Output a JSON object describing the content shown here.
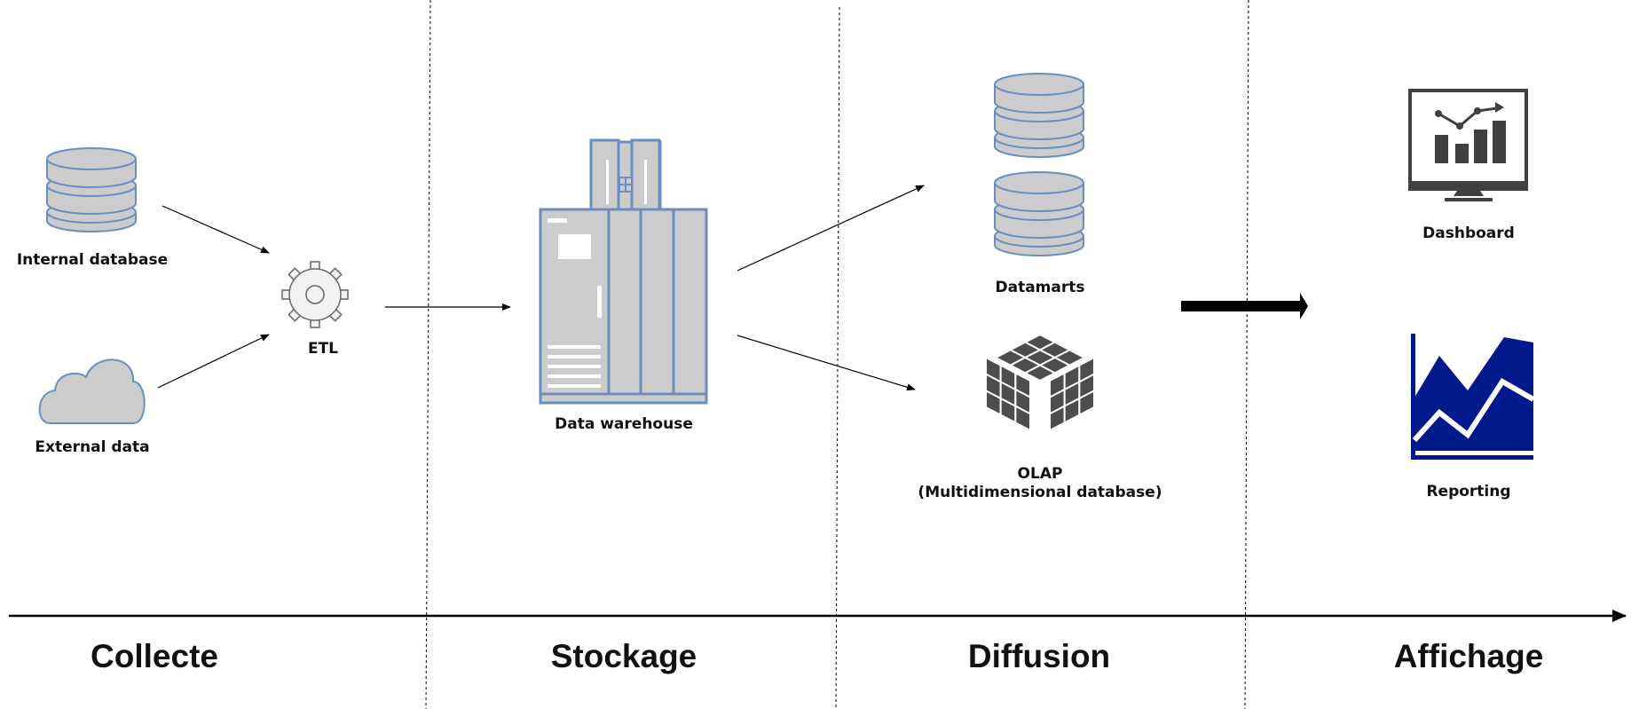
{
  "diagram": {
    "nodes": {
      "internal_db": "Internal database",
      "external_data": "External data",
      "etl": "ETL",
      "warehouse": "Data warehouse",
      "datamarts": "Datamarts",
      "olap_line1": "OLAP",
      "olap_line2": "(Multidimensional database)",
      "dashboard": "Dashboard",
      "reporting": "Reporting"
    },
    "phases": [
      "Collecte",
      "Stockage",
      "Diffusion",
      "Affichage"
    ],
    "icons": {
      "internal_db": "database-icon",
      "external_data": "cloud-icon",
      "etl": "gear-icon",
      "warehouse": "server-rack-icon",
      "datamarts": "database-icon",
      "olap": "cube-icon",
      "dashboard": "monitor-chart-icon",
      "reporting": "area-chart-icon"
    },
    "colors": {
      "icon_fill": "#cccccc",
      "icon_stroke": "#6c8ebf",
      "dark_gray": "#4d4d4d",
      "navy": "#001a8c"
    }
  }
}
